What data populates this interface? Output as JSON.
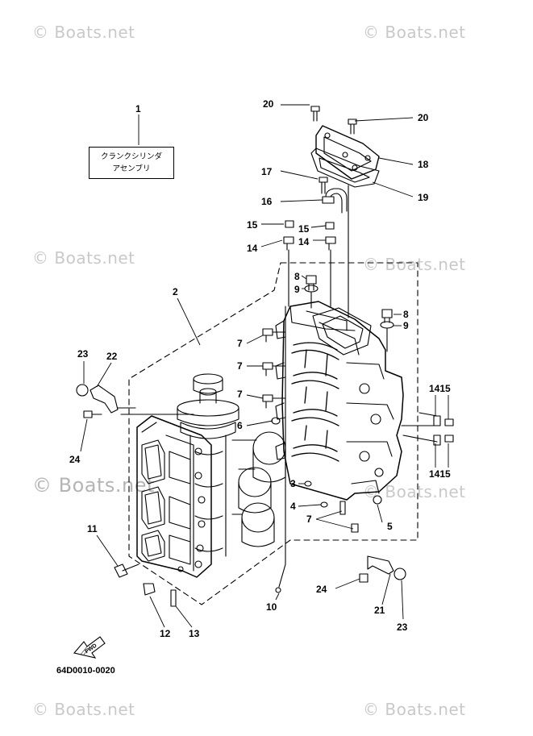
{
  "watermark": "© Boats.net",
  "assembly_label": {
    "line1": "クランクシリンダ",
    "line2": "アセンブリ"
  },
  "fwd_label": "FWD",
  "figure_code": "64D0010-0020",
  "callouts": {
    "c1": "1",
    "c2": "2",
    "c3": "3",
    "c4": "4",
    "c5": "5",
    "c6": "6",
    "c7a": "7",
    "c7b": "7",
    "c7c": "7",
    "c7d": "7",
    "c8a": "8",
    "c8b": "8",
    "c9a": "9",
    "c9b": "9",
    "c10": "10",
    "c11": "11",
    "c12": "12",
    "c13": "13",
    "c14a": "14",
    "c14b": "14",
    "c15a": "15",
    "c15b": "15",
    "c1415a": "1415",
    "c1415b": "1415",
    "c16": "16",
    "c17": "17",
    "c18": "18",
    "c19": "19",
    "c20a": "20",
    "c20b": "20",
    "c21": "21",
    "c22": "22",
    "c23a": "23",
    "c23b": "23",
    "c24a": "24",
    "c24b": "24"
  }
}
